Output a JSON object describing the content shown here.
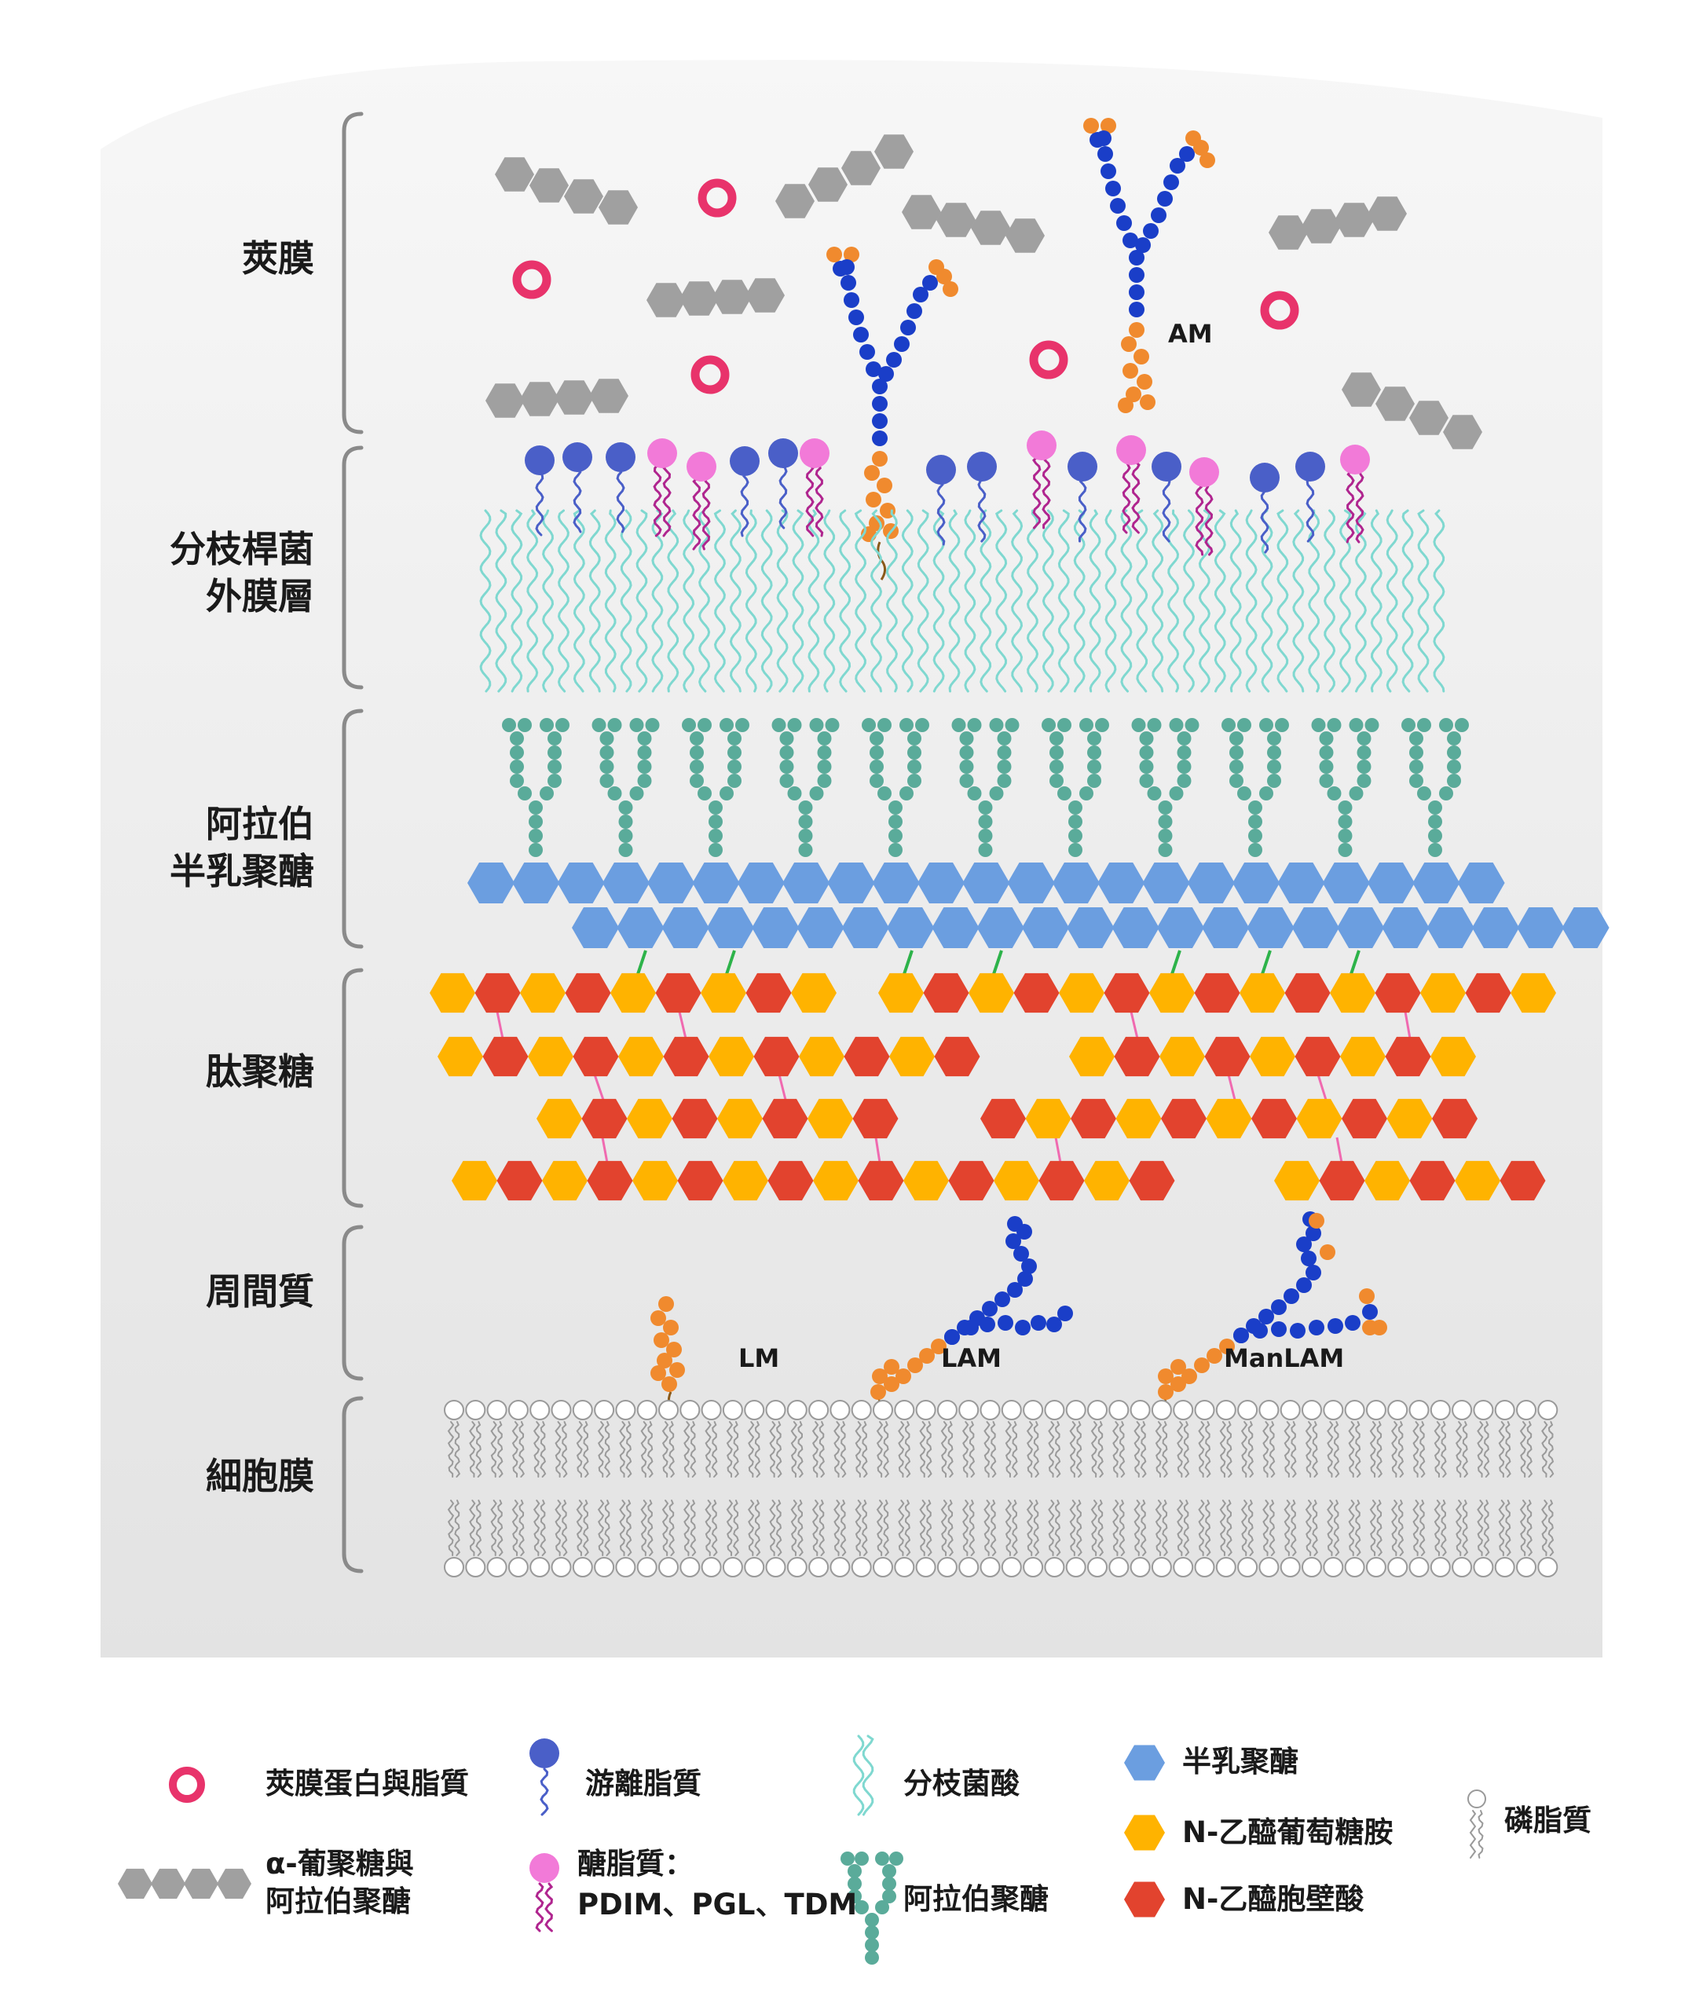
{
  "layers": {
    "capsule": "莢膜",
    "outer_membrane_line1": "分枝桿菌",
    "outer_membrane_line2": "外膜層",
    "arabinogalactan_line1": "阿拉伯",
    "arabinogalactan_line2": "半乳聚醣",
    "peptidoglycan": "肽聚糖",
    "periplasm": "周間質",
    "cell_membrane": "細胞膜"
  },
  "annotations": {
    "am": "AM",
    "lm": "LM",
    "lam": "LAM",
    "manlam": "ManLAM"
  },
  "legend": {
    "capsule_protein_lipid": "莢膜蛋白與脂質",
    "alpha_glucan_line1": "α-葡聚糖與",
    "alpha_glucan_line2": "阿拉伯聚醣",
    "free_lipid": "游離脂質",
    "glycolipid_line1": "醣脂質：",
    "glycolipid_line2": "PDIM、PGL、TDM",
    "mycolic_acid": "分枝菌酸",
    "arabinan": "阿拉伯聚醣",
    "galactan": "半乳聚醣",
    "nag": "N-乙醯葡萄糖胺",
    "nam": "N-乙醯胞壁酸",
    "phospholipid": "磷脂質"
  },
  "colors": {
    "panel": "#ececec",
    "capsule_ring": "#e8336b",
    "glucan_gray": "#a0a0a0",
    "free_lipid_head": "#4a5fc8",
    "glycolipid_head": "#f27ad8",
    "mycolic": "#7fd8d0",
    "arabinan_teal": "#5aab9a",
    "galactan_blue": "#6b9ee0",
    "nag_yellow": "#ffb300",
    "nam_red": "#e2432e",
    "lipoglycan_blue": "#1a3ec8",
    "lipoglycan_orange": "#f08a2e",
    "pink_crosslink": "#f06ab0",
    "green_link": "#2db34a",
    "membrane_gray": "#9a9a9a"
  }
}
